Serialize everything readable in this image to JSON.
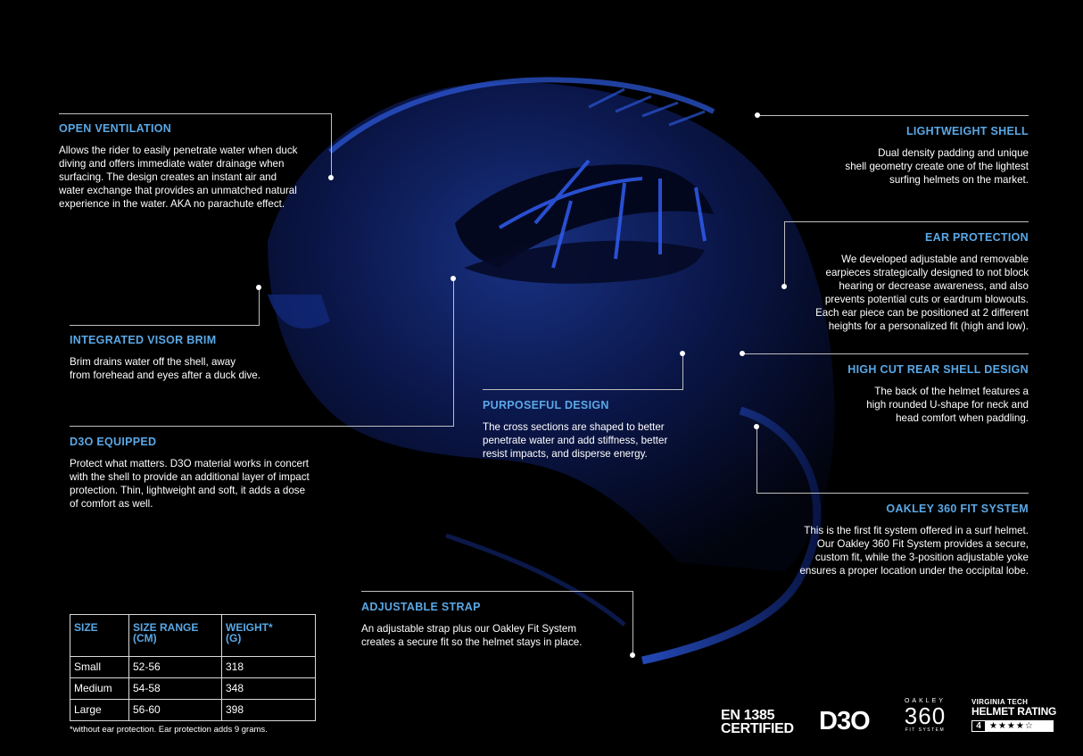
{
  "features": {
    "open_ventilation": {
      "title": "OPEN VENTILATION",
      "body": "Allows the rider to easily penetrate water when duck\ndiving and offers immediate water drainage when\nsurfacing. The design creates an instant air and\nwater exchange that provides an unmatched natural\nexperience in the water. AKA no parachute effect."
    },
    "integrated_visor_brim": {
      "title": "INTEGRATED VISOR BRIM",
      "body": "Brim drains water off the shell, away\nfrom forehead and eyes after a duck dive."
    },
    "d3o_equipped": {
      "title": "D3O EQUIPPED",
      "body": "Protect what matters. D3O material works in concert\nwith the shell to provide an additional layer of impact\nprotection. Thin, lightweight and soft, it adds a dose\nof comfort as well."
    },
    "purposeful_design": {
      "title": "PURPOSEFUL DESIGN",
      "body": "The cross sections are shaped to better\npenetrate water and add stiffness, better\nresist impacts, and disperse energy."
    },
    "adjustable_strap": {
      "title": "ADJUSTABLE STRAP",
      "body": "An adjustable strap plus our Oakley Fit System\ncreates a secure fit so the helmet stays in place."
    },
    "lightweight_shell": {
      "title": "LIGHTWEIGHT SHELL",
      "body": "Dual density padding and unique\nshell geometry create one of the lightest\nsurfing helmets on the market."
    },
    "ear_protection": {
      "title": "EAR PROTECTION",
      "body": "We developed adjustable and removable\nearpieces strategically designed to not block\nhearing or decrease awareness, and also\nprevents potential cuts or eardrum blowouts.\nEach ear piece can be positioned at 2 different\nheights for a personalized fit (high and low)."
    },
    "high_cut_rear": {
      "title": "HIGH CUT REAR SHELL DESIGN",
      "body": "The back of the helmet features a\nhigh rounded U-shape for neck and\nhead comfort when paddling."
    },
    "oakley_360": {
      "title": "OAKLEY 360 FIT SYSTEM",
      "body": "This is the first fit system offered in a surf helmet.\nOur Oakley 360 Fit System provides a secure,\ncustom fit, while the 3-position adjustable yoke\nensures a proper location under the occipital lobe."
    }
  },
  "size_table": {
    "headers": [
      "SIZE",
      "SIZE RANGE\n(CM)",
      "WEIGHT*\n(G)"
    ],
    "rows": [
      [
        "Small",
        "52-56",
        "318"
      ],
      [
        "Medium",
        "54-58",
        "348"
      ],
      [
        "Large",
        "56-60",
        "398"
      ]
    ],
    "footnote": "*without ear protection. Ear protection adds 9 grams."
  },
  "badges": {
    "en1385": "EN 1385\nCERTIFIED",
    "d3o": "D3O",
    "oakley_top": "OAKLEY",
    "oakley_num": "360",
    "oakley_bottom": "FIT SYSTEM",
    "vt_line1": "VIRGINIA TECH",
    "vt_line2": "HELMET RATING",
    "vt_rating": "4",
    "vt_stars": "★★★★☆"
  },
  "colors": {
    "accent": "#5aa8e6",
    "background": "#000000",
    "helmet": "#1a3fa8"
  }
}
